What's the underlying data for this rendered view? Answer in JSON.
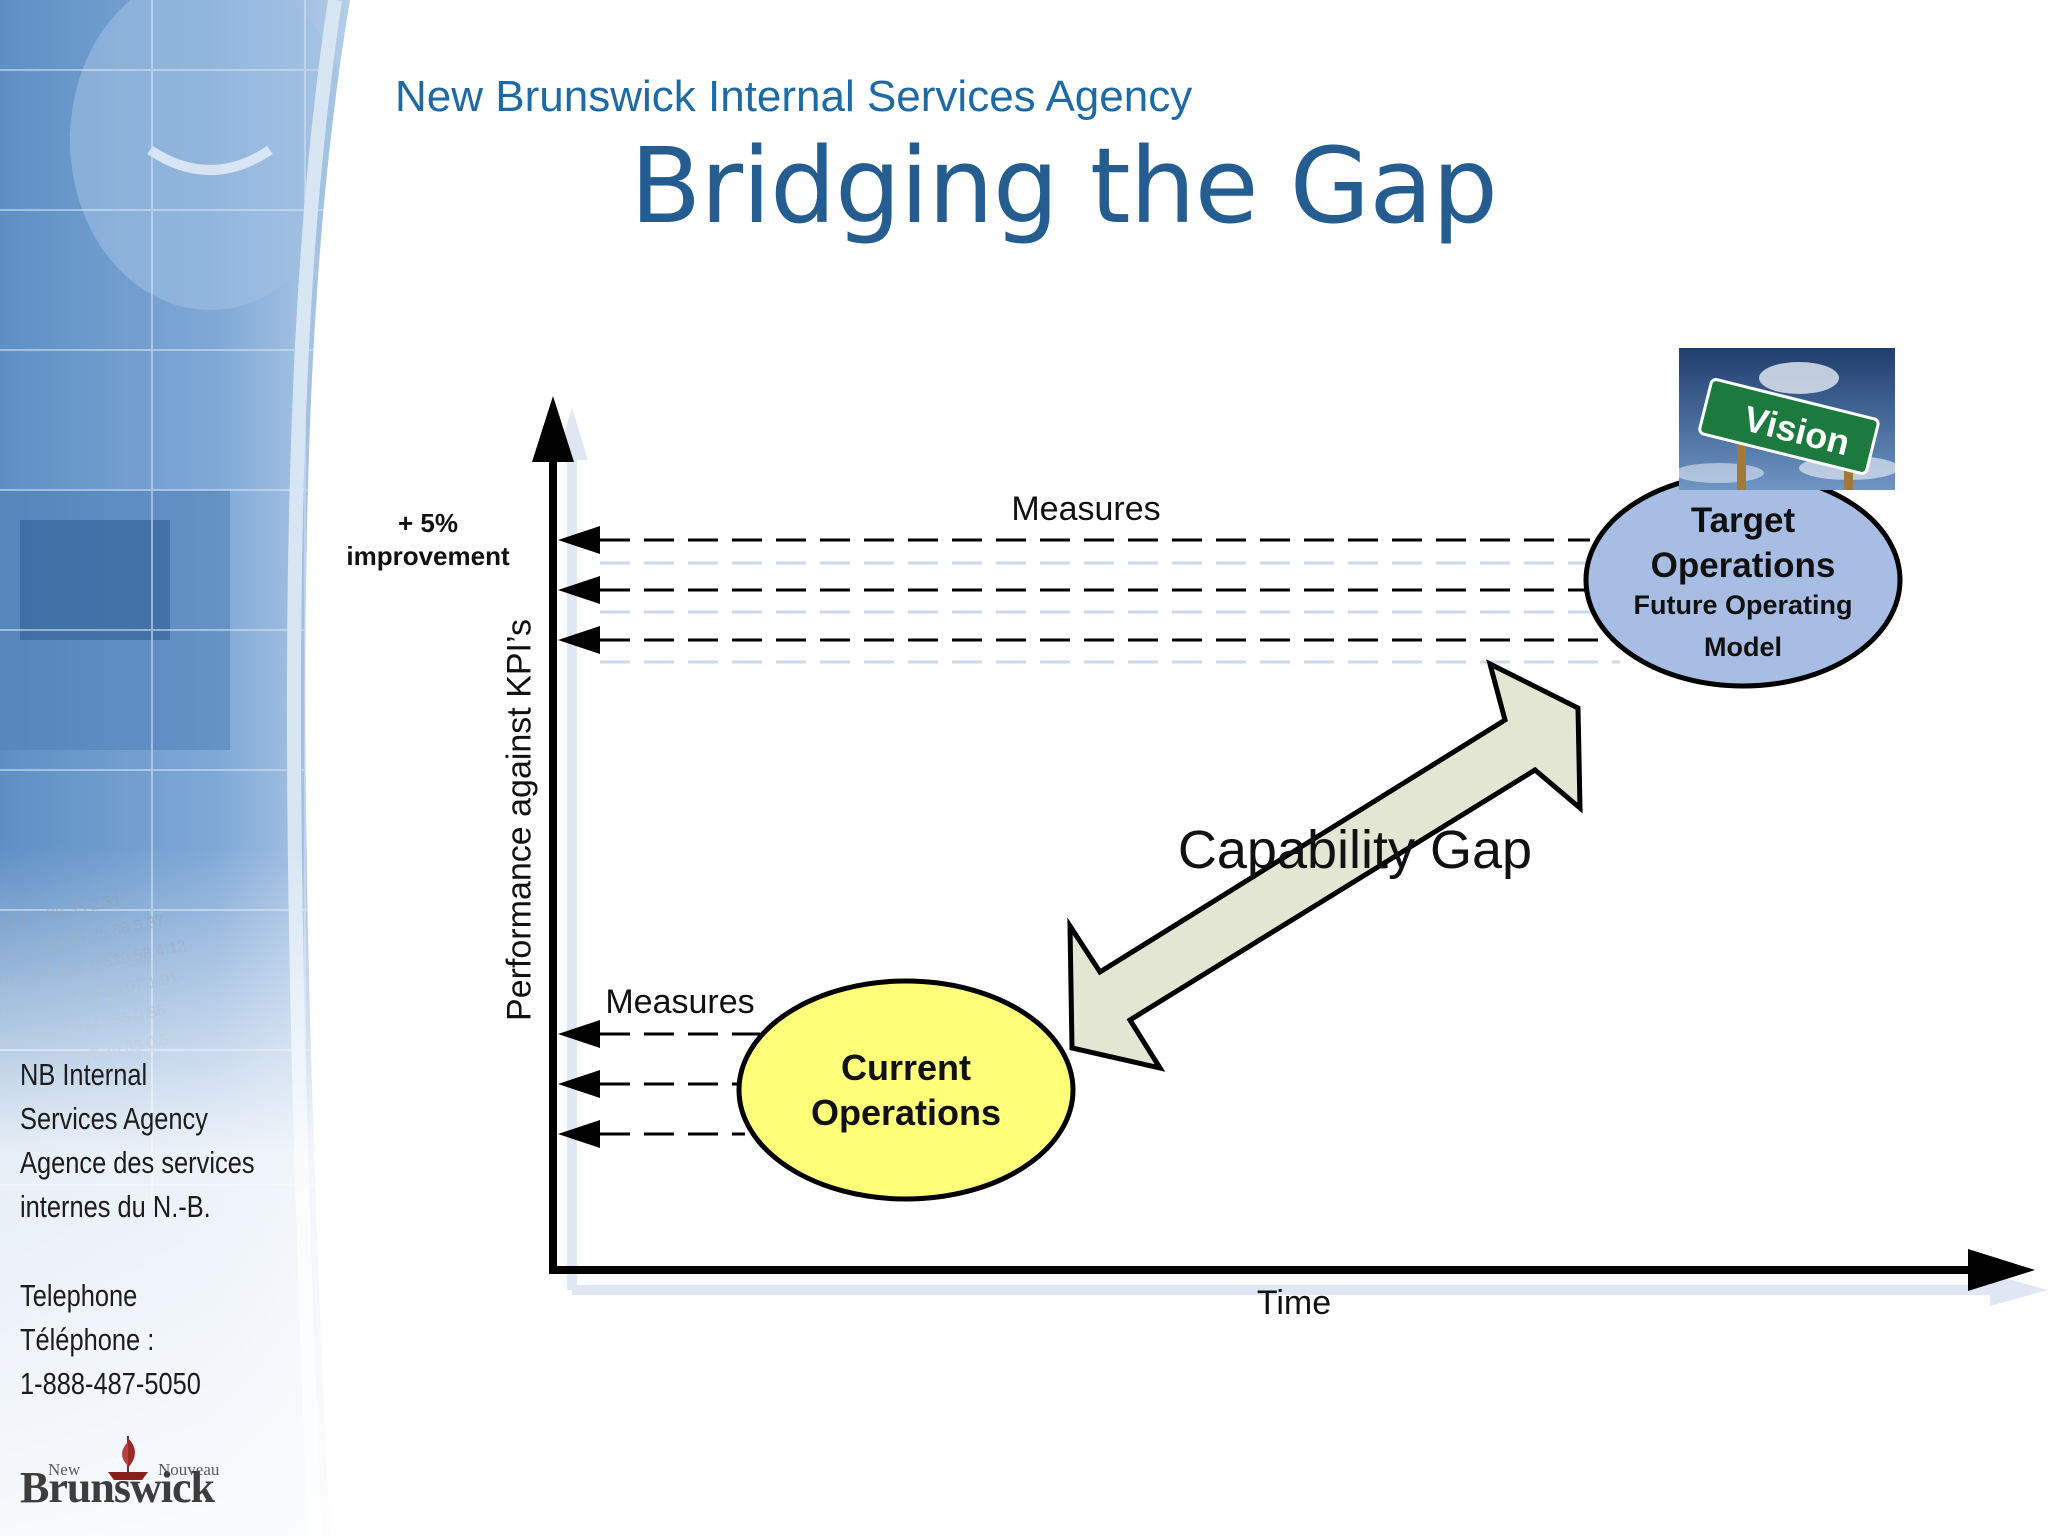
{
  "header": {
    "org_name": "New Brunswick Internal Services Agency",
    "title": "Bridging the Gap"
  },
  "sidebar": {
    "agency_lines": [
      "NB Internal",
      "Services Agency",
      "Agence des services",
      "internes du N.-B."
    ],
    "phone_lines": [
      "Telephone",
      "Téléphone :",
      "1-888-487-5050"
    ],
    "logo": {
      "new": "New",
      "nouveau": "Nouveau",
      "word": "Brunswick"
    }
  },
  "diagram": {
    "y_axis_label": "Performance against KPI’s",
    "x_axis_label": "Time",
    "improvement_label": [
      "+ 5%",
      "improvement"
    ],
    "measures_top": "Measures",
    "measures_bottom": "Measures",
    "target": {
      "title_lines": [
        "Target",
        "Operations"
      ],
      "sub_lines": [
        "Future Operating",
        "Model"
      ]
    },
    "current": {
      "title_lines": [
        "Current",
        "Operations"
      ]
    },
    "gap_label": "Capability Gap",
    "vision_sign": "Vision",
    "colors": {
      "target_fill": "#a8bde3",
      "current_fill": "#ffff7a",
      "arrow_fill": "#e3e6d2",
      "title_blue": "#255d91",
      "org_blue": "#1f6aa5"
    }
  }
}
